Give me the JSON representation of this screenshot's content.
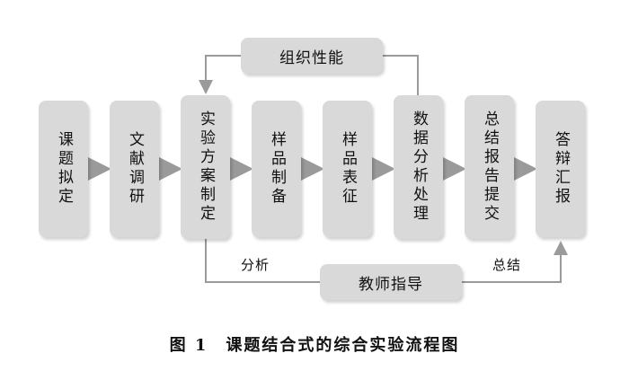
{
  "steps": [
    {
      "label": "课题拟定"
    },
    {
      "label": "文献调研"
    },
    {
      "label": "实验方案制定"
    },
    {
      "label": "样品制备"
    },
    {
      "label": "样品表征"
    },
    {
      "label": "数据分析处理"
    },
    {
      "label": "总结报告提交"
    },
    {
      "label": "答辩汇报"
    }
  ],
  "feedback_box": {
    "label": "组织性能"
  },
  "mentor_box": {
    "label": "教师指导"
  },
  "edge_labels": {
    "left": "分析",
    "right": "总结"
  },
  "caption": "图 1　课题结合式的综合实验流程图"
}
